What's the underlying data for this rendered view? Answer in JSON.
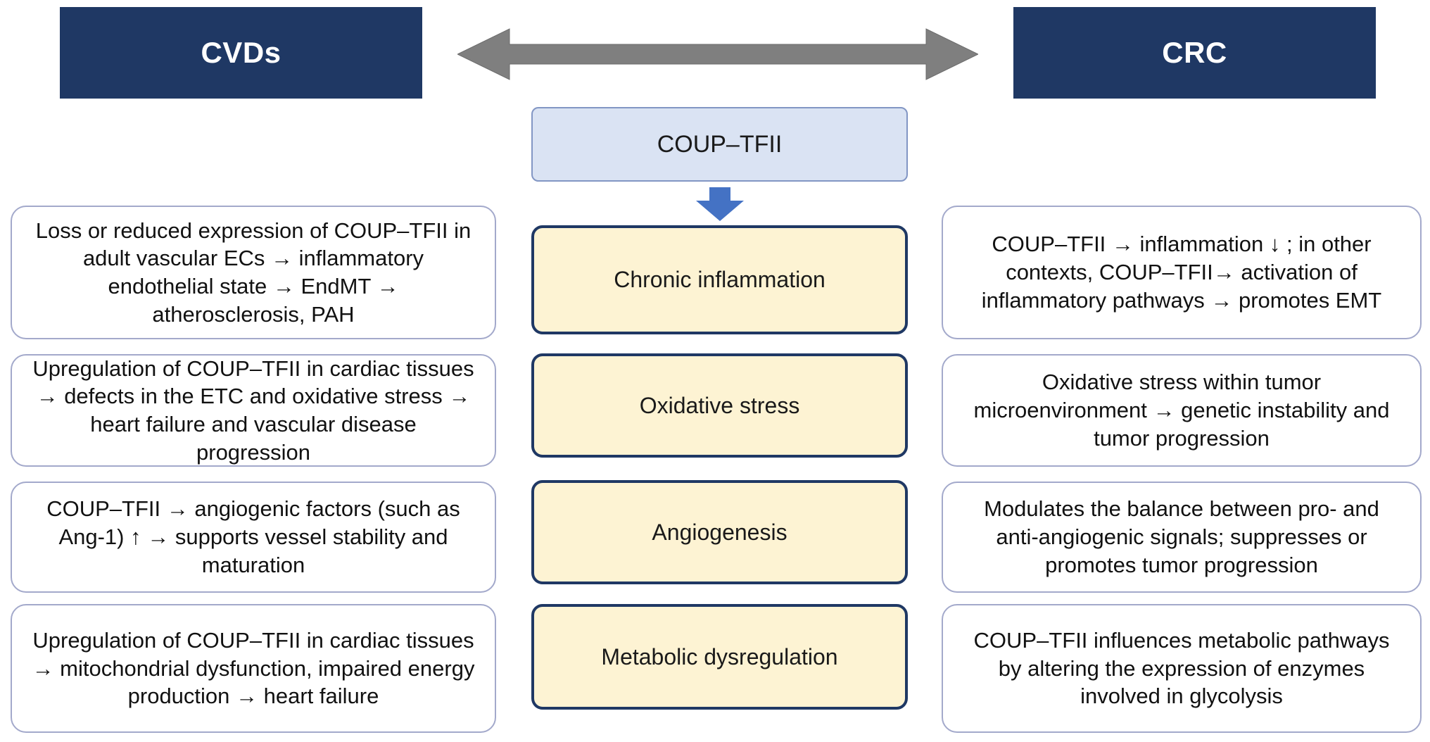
{
  "titles": {
    "left": "CVDs",
    "right": "CRC",
    "hub": "COUP–TFII"
  },
  "icons": {
    "double_arrow": "left-right-arrow",
    "down_arrow": "down-arrow"
  },
  "colors": {
    "title_bg": "#1F3864",
    "title_text": "#FFFFFF",
    "hub_bg": "#DAE3F3",
    "hub_border": "#8296C4",
    "center_bg": "#FDF3D3",
    "center_border": "#1F3864",
    "side_border": "#A3A9CB",
    "arrow_gray": "#7F7F7F",
    "arrow_blue": "#4472C4",
    "text": "#1A1A1A"
  },
  "rows": [
    {
      "center": "Chronic inflammation",
      "left": "Loss or reduced expression of COUP–TFII in adult vascular ECs → inflammatory endothelial state → EndMT → atherosclerosis, PAH",
      "right": "COUP–TFII → inflammation ↓ ; in other contexts, COUP–TFII→ activation of inflammatory pathways → promotes EMT"
    },
    {
      "center": "Oxidative stress",
      "left": "Upregulation of COUP–TFII in cardiac tissues → defects in the ETC and oxidative stress → heart failure and vascular disease progression",
      "right": "Oxidative stress within tumor microenvironment → genetic instability and tumor progression"
    },
    {
      "center": "Angiogenesis",
      "left": "COUP–TFII → angiogenic factors (such as Ang-1) ↑ → supports vessel stability and maturation",
      "right": "Modulates the balance between pro- and anti-angiogenic signals; suppresses or promotes tumor progression"
    },
    {
      "center": "Metabolic dysregulation",
      "left": "Upregulation of COUP–TFII in cardiac tissues → mitochondrial dysfunction, impaired energy production → heart failure",
      "right": "COUP–TFII influences metabolic pathways by altering the expression of enzymes involved in glycolysis"
    }
  ]
}
